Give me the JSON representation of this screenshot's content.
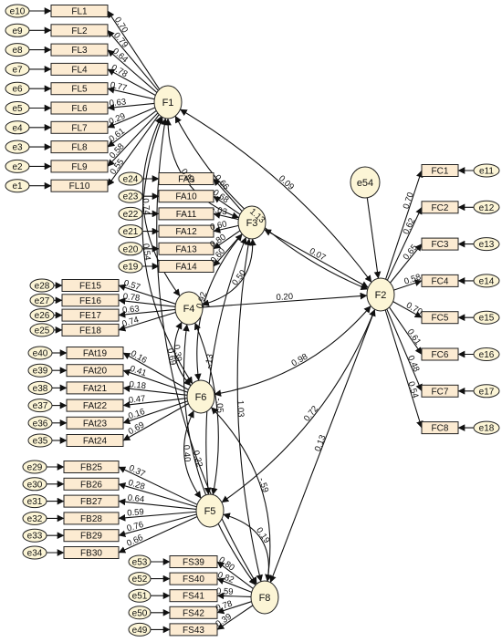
{
  "colors": {
    "node_fill": "#fcf5d6",
    "box_fill": "#fcebd2",
    "line": "#111111"
  },
  "latents": [
    {
      "id": "F1",
      "label": "F1"
    },
    {
      "id": "F2",
      "label": "F2"
    },
    {
      "id": "F3",
      "label": "F3"
    },
    {
      "id": "F4",
      "label": "F4"
    },
    {
      "id": "F5",
      "label": "F5"
    },
    {
      "id": "F6",
      "label": "F6"
    },
    {
      "id": "F8",
      "label": "F8"
    },
    {
      "id": "e54",
      "label": "e54"
    }
  ],
  "blocks": [
    {
      "latent": "F1",
      "side": "left",
      "items": [
        {
          "ind": "FL1",
          "err": "e10",
          "load": "0.70"
        },
        {
          "ind": "FL2",
          "err": "e9",
          "load": "0.79"
        },
        {
          "ind": "FL3",
          "err": "e8",
          "load": "0.64"
        },
        {
          "ind": "FL4",
          "err": "e7",
          "load": "0.78"
        },
        {
          "ind": "FL5",
          "err": "e6",
          "load": "0.77"
        },
        {
          "ind": "FL6",
          "err": "e5",
          "load": "0.63"
        },
        {
          "ind": "FL7",
          "err": "e4",
          "load": "0.29"
        },
        {
          "ind": "FL8",
          "err": "e3",
          "load": "0.61"
        },
        {
          "ind": "FL9",
          "err": "e2",
          "load": "0.58"
        },
        {
          "ind": "FL10",
          "err": "e1",
          "load": "0.55"
        }
      ]
    },
    {
      "latent": "F3",
      "side": "left",
      "items": [
        {
          "ind": "FA9",
          "err": "e24",
          "load": "0.66"
        },
        {
          "ind": "FA10",
          "err": "e23",
          "load": "0.68"
        },
        {
          "ind": "FA11",
          "err": "e22",
          "load": "-.03"
        },
        {
          "ind": "FA12",
          "err": "e21",
          "load": "0.60"
        },
        {
          "ind": "FA13",
          "err": "e20",
          "load": "0.80"
        },
        {
          "ind": "FA14",
          "err": "e19",
          "load": "0.60"
        }
      ]
    },
    {
      "latent": "F4",
      "side": "left",
      "items": [
        {
          "ind": "FE15",
          "err": "e28",
          "load": "0.57"
        },
        {
          "ind": "FE16",
          "err": "e27",
          "load": "0.78"
        },
        {
          "ind": "FE17",
          "err": "e26",
          "load": "0.63"
        },
        {
          "ind": "FE18",
          "err": "e25",
          "load": "0.74"
        }
      ]
    },
    {
      "latent": "F6",
      "side": "left",
      "items": [
        {
          "ind": "FAt19",
          "err": "e40",
          "load": "0.16"
        },
        {
          "ind": "FAt20",
          "err": "e39",
          "load": "0.41"
        },
        {
          "ind": "FAt21",
          "err": "e38",
          "load": "0.18"
        },
        {
          "ind": "FAt22",
          "err": "e37",
          "load": "0.47"
        },
        {
          "ind": "FAt23",
          "err": "e36",
          "load": "0.16"
        },
        {
          "ind": "FAt24",
          "err": "e35",
          "load": "0.69"
        }
      ]
    },
    {
      "latent": "F5",
      "side": "left",
      "items": [
        {
          "ind": "FB25",
          "err": "e29",
          "load": "0.37"
        },
        {
          "ind": "FB26",
          "err": "e30",
          "load": "0.28"
        },
        {
          "ind": "FB27",
          "err": "e31",
          "load": "0.64"
        },
        {
          "ind": "FB28",
          "err": "e32",
          "load": "0.59"
        },
        {
          "ind": "FB29",
          "err": "e33",
          "load": "0.76"
        },
        {
          "ind": "FB30",
          "err": "e34",
          "load": "0.66"
        }
      ]
    },
    {
      "latent": "F8",
      "side": "left",
      "items": [
        {
          "ind": "FS39",
          "err": "e53",
          "load": "0.80"
        },
        {
          "ind": "FS40",
          "err": "e52",
          "load": "0.82"
        },
        {
          "ind": "FS41",
          "err": "e51",
          "load": "0.59"
        },
        {
          "ind": "FS42",
          "err": "e50",
          "load": "0.78"
        },
        {
          "ind": "FS43",
          "err": "e49",
          "load": "0.39"
        }
      ]
    },
    {
      "latent": "F2",
      "side": "right",
      "items": [
        {
          "ind": "FC1",
          "err": "e11",
          "load": "0.70"
        },
        {
          "ind": "FC2",
          "err": "e12",
          "load": "0.62"
        },
        {
          "ind": "FC3",
          "err": "e13",
          "load": "0.65"
        },
        {
          "ind": "FC4",
          "err": "e14",
          "load": "0.58"
        },
        {
          "ind": "FC5",
          "err": "e15",
          "load": "0.70"
        },
        {
          "ind": "FC6",
          "err": "e16",
          "load": "0.61"
        },
        {
          "ind": "FC7",
          "err": "e17",
          "load": "0.48"
        },
        {
          "ind": "FC8",
          "err": "e18",
          "load": "0.54"
        }
      ]
    }
  ],
  "relations": [
    {
      "from": "F1",
      "to": "F3",
      "coef": "0.52",
      "kind": "curve"
    },
    {
      "from": "F1",
      "to": "F4",
      "coef": "0.74",
      "kind": "curve"
    },
    {
      "from": "F1",
      "to": "F2",
      "coef": "0.09",
      "kind": "curve"
    },
    {
      "from": "F1",
      "to": "F2",
      "coef": "1.13",
      "kind": "curve"
    },
    {
      "from": "F1",
      "to": "F6",
      "coef": "0.54",
      "kind": "curve"
    },
    {
      "from": "F1",
      "to": "F8",
      "coef": "0.69",
      "kind": "curve"
    },
    {
      "from": "F3",
      "to": "F4",
      "coef": "0.50",
      "kind": "curve"
    },
    {
      "from": "F3",
      "to": "F2",
      "coef": "0.07",
      "kind": "curve"
    },
    {
      "from": "F3",
      "to": "F6",
      "coef": "0.92",
      "kind": "curve"
    },
    {
      "from": "F3",
      "to": "F8",
      "coef": "1.03",
      "kind": "curve"
    },
    {
      "from": "F4",
      "to": "F2",
      "coef": "0.20",
      "kind": "line"
    },
    {
      "from": "F4",
      "to": "F6",
      "coef": "0.39",
      "kind": "curve"
    },
    {
      "from": "F4",
      "to": "F8",
      "coef": "0.22",
      "kind": "curve"
    },
    {
      "from": "F6",
      "to": "F2",
      "coef": "0.98",
      "kind": "curve"
    },
    {
      "from": "F5",
      "to": "F2",
      "coef": "0.72",
      "kind": "curve"
    },
    {
      "from": "F5",
      "to": "F6",
      "coef": "0.40",
      "kind": "curve"
    },
    {
      "from": "F6",
      "to": "F8",
      "coef": "-.59",
      "kind": "curve"
    },
    {
      "from": "F3",
      "to": "F5",
      "coef": "-.13",
      "kind": "curve"
    },
    {
      "from": "F4",
      "to": "F5",
      "coef": "-.05",
      "kind": "curve"
    },
    {
      "from": "F2",
      "to": "F8",
      "coef": "0.13",
      "kind": "line"
    },
    {
      "from": "F5",
      "to": "F8",
      "coef": "0.19",
      "kind": "curve"
    },
    {
      "from": "e54",
      "to": "F2",
      "coef": "",
      "kind": "line"
    }
  ]
}
